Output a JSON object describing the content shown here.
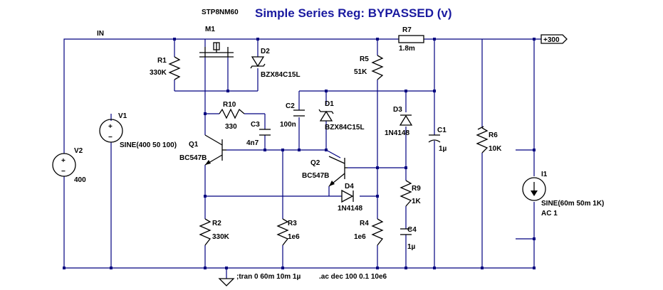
{
  "title": "Simple Series Reg: BYPASSED (v)",
  "device_label": "STP8NM60",
  "net_in": "IN",
  "net_out": "+300",
  "directives": {
    "tran": ";tran 0 60m 10m 1µ",
    "ac": ".ac dec 100 0.1 10e6"
  },
  "components": {
    "M1": {
      "ref": "M1"
    },
    "R1": {
      "ref": "R1",
      "value": "330K"
    },
    "D2": {
      "ref": "D2",
      "value": "BZX84C15L"
    },
    "R7": {
      "ref": "R7",
      "value": "1.8m"
    },
    "R5": {
      "ref": "R5",
      "value": "51K"
    },
    "V1": {
      "ref": "V1",
      "value": "SINE(400 50 100)"
    },
    "V2": {
      "ref": "V2",
      "value": "400"
    },
    "R10": {
      "ref": "R10",
      "value": "330"
    },
    "C3": {
      "ref": "C3",
      "value": "4n7"
    },
    "C2": {
      "ref": "C2",
      "value": "100n"
    },
    "D1": {
      "ref": "D1",
      "value": "BZX84C15L"
    },
    "D3": {
      "ref": "D3",
      "value": "1N4148"
    },
    "C1": {
      "ref": "C1",
      "value": "1µ"
    },
    "R6": {
      "ref": "R6",
      "value": "10K"
    },
    "I1": {
      "ref": "I1",
      "value": "SINE(60m 50m 1K)",
      "ac": "AC 1"
    },
    "Q1": {
      "ref": "Q1",
      "value": "BC547B"
    },
    "Q2": {
      "ref": "Q2",
      "value": "BC547B"
    },
    "D4": {
      "ref": "D4",
      "value": "1N4148"
    },
    "R9": {
      "ref": "R9",
      "value": "1K"
    },
    "C4": {
      "ref": "C4",
      "value": "1µ"
    },
    "R2": {
      "ref": "R2",
      "value": "330K"
    },
    "R3": {
      "ref": "R3",
      "value": "1e6"
    },
    "R4": {
      "ref": "R4",
      "value": "1e6"
    }
  },
  "colors": {
    "wire": "#000080",
    "title": "#1a1aa0",
    "component": "#000000"
  }
}
